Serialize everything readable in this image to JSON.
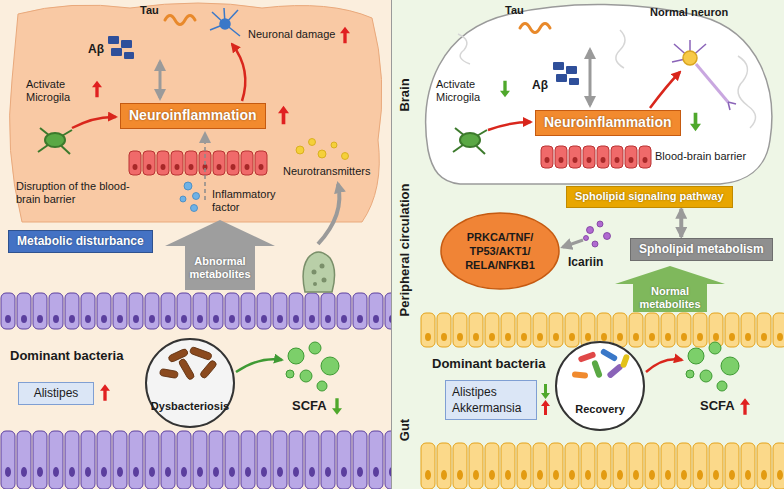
{
  "diagram": {
    "nodes": [
      {
        "text": [
          "Neuroinflammation"
        ]
      },
      {
        "text": [
          "Metabolic disturbance"
        ]
      },
      {
        "text": [
          "Abnormal metabolites"
        ]
      },
      {
        "text": [
          "Alistipes"
        ]
      },
      {
        "text": [
          "Dysbacteriosis"
        ]
      },
      {
        "text": [
          "Neuroinflammation"
        ]
      },
      {
        "text": [
          "Spholipid signaling pathway"
        ]
      },
      {
        "text": [
          "PRKCA/TNF/ TP53/AKT1/ RELA/NFKB1"
        ]
      },
      {
        "text": [
          "Spholipid metabolism"
        ]
      },
      {
        "text": [
          "Normal metabolites"
        ]
      },
      {
        "text": [
          "Alistipes",
          "Akkermansia"
        ]
      },
      {
        "text": [
          "Recovery"
        ]
      }
    ],
    "edges": [
      {
        "from": 6,
        "to": 8,
        "arrow": "both"
      }
    ],
    "labels": [
      "Tau",
      "Aβ",
      "Neuronal damage",
      "Activate Microgila",
      "Disruption of the blood-brain barrier",
      "Inflammatory factor",
      "Neurotransmitters",
      "Dominant bacteria",
      "SCFA",
      "Brain",
      "Peripheral circulation",
      "Gut",
      "Tau",
      "Normal neuron",
      "Aβ",
      "Activate Microgila",
      "Blood-brain barrier",
      "Icariin",
      "Dominant bacteria",
      "SCFA"
    ]
  }
}
